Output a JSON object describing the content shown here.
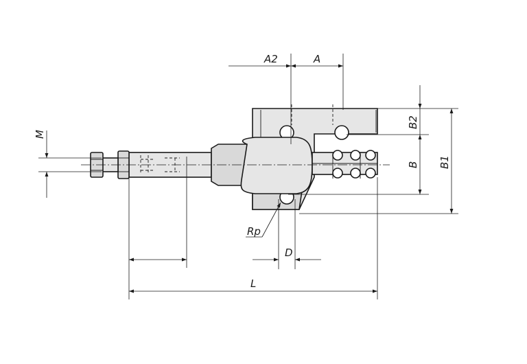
{
  "labels": {
    "a2": "A2",
    "a": "A",
    "b2": "B2",
    "b": "B",
    "b1": "B1",
    "m": "M",
    "rp": "Rp",
    "d": "D",
    "l": "L"
  }
}
